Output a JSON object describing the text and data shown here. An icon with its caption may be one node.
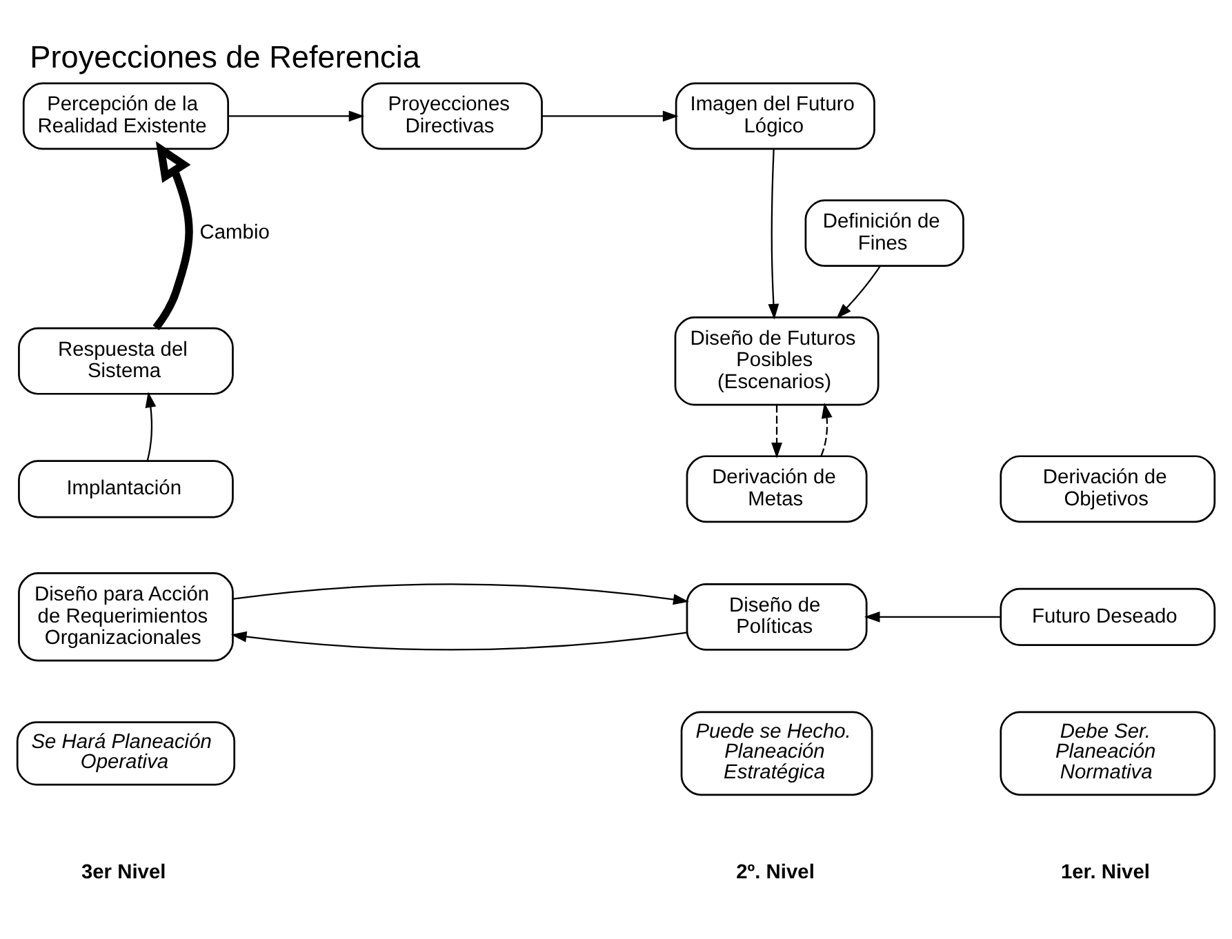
{
  "diagram": {
    "title": "Proyecciones de Referencia",
    "nodes": [
      {
        "text": [
          "Percepción de la Realidad Existente"
        ]
      },
      {
        "text": [
          "Proyecciones Directivas"
        ]
      },
      {
        "text": [
          "Imagen del Futuro Lógico"
        ]
      },
      {
        "text": [
          "Definición de Fines"
        ]
      },
      {
        "text": [
          "Diseño de Futuros Posibles (Escenarios)"
        ]
      },
      {
        "text": [
          "Respuesta del Sistema"
        ]
      },
      {
        "text": [
          "Derivación de Metas"
        ]
      },
      {
        "text": [
          "Derivación de Objetivos"
        ]
      },
      {
        "text": [
          "Implantación"
        ]
      },
      {
        "text": [
          "Diseño para Acción de Requerimientos Organizacionales"
        ]
      },
      {
        "text": [
          "Diseño de Políticas"
        ]
      },
      {
        "text": [
          "Futuro Deseado"
        ]
      },
      {
        "text": [
          "Se Hará Planeación Operativa"
        ]
      },
      {
        "text": [
          "Puede se Hecho. Planeación Estratégica"
        ]
      },
      {
        "text": [
          "Debe Ser. Planeación Normativa"
        ]
      }
    ],
    "edges": [
      {
        "from": 0,
        "to": 1,
        "arrow": "to"
      },
      {
        "from": 1,
        "to": 2,
        "arrow": "to"
      },
      {
        "from": 2,
        "to": 4,
        "arrow": "to"
      },
      {
        "from": 3,
        "to": 4,
        "arrow": "to"
      },
      {
        "from": 4,
        "to": 6,
        "arrow": "to",
        "style": "dashed"
      },
      {
        "from": 6,
        "to": 4,
        "arrow": "to",
        "style": "dashed"
      },
      {
        "from": 8,
        "to": 5,
        "arrow": "to"
      },
      {
        "from": 5,
        "to": 0,
        "arrow": "to",
        "style": "thick",
        "label": "Cambio"
      },
      {
        "from": 10,
        "to": 9,
        "arrow": "to"
      },
      {
        "from": 9,
        "to": 10,
        "arrow": "to"
      },
      {
        "from": 11,
        "to": 10,
        "arrow": "to"
      }
    ],
    "labels": [
      "3er Nivel",
      "2º. Nivel",
      "1er. Nivel"
    ]
  }
}
